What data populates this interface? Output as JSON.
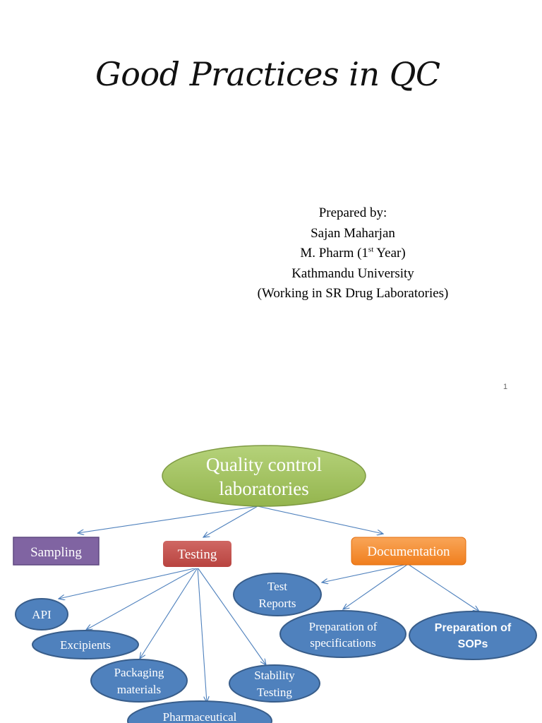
{
  "slide1": {
    "title": "Good Practices in QC",
    "prepared_by": "Prepared by:",
    "author": "Sajan Maharjan",
    "degree_prefix": "M. Pharm (1",
    "degree_sup": "st",
    "degree_suffix": " Year)",
    "university": "Kathmandu University",
    "workplace": "(Working in SR Drug Laboratories)",
    "page_number": "1"
  },
  "slide2": {
    "root": {
      "line1": "Quality control",
      "line2": "laboratories",
      "color": "#9BBB59"
    },
    "sampling": {
      "label": "Sampling",
      "color": "#8064A2"
    },
    "testing": {
      "label": "Testing",
      "color": "#C0504D"
    },
    "documentation": {
      "label": "Documentation",
      "color": "#F79646"
    },
    "leaf_color": "#4F81BD",
    "leaves": {
      "test_reports": {
        "line1": "Test",
        "line2": "Reports"
      },
      "api": {
        "label": "API"
      },
      "excipients": {
        "label": "Excipients"
      },
      "packaging": {
        "line1": "Packaging",
        "line2": "materials"
      },
      "stability": {
        "line1": "Stability",
        "line2": "Testing"
      },
      "pharmaceutical": {
        "label": "Pharmaceutical"
      },
      "specifications": {
        "line1": "Preparation of",
        "line2": "specifications"
      },
      "sops": {
        "line1": "Preparation of",
        "line2": "SOPs"
      }
    }
  }
}
